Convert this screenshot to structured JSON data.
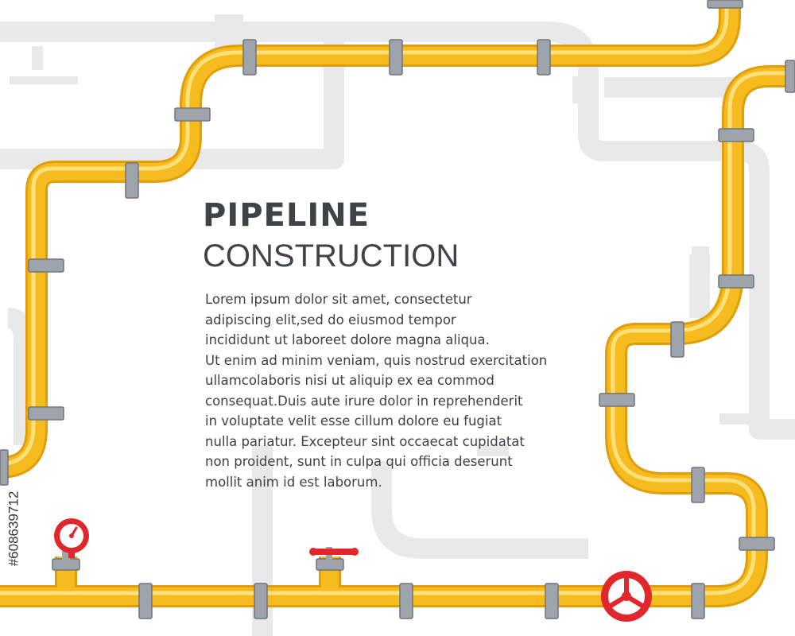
{
  "heading": {
    "title": "PIPELINE",
    "subtitle": "CONSTRUCTION"
  },
  "body_lines": [
    "Lorem ipsum dolor sit amet, consectetur",
    "adipiscing elit,sed do eiusmod tempor",
    "incididunt ut laboreet dolore magna aliqua.",
    "Ut enim ad minim veniam, quis nostrud exercitation",
    "ullamcolaboris nisi ut aliquip ex ea commod",
    "consequat.Duis aute irure dolor in reprehenderit",
    "in voluptate velit esse cillum dolore eu fugiat",
    "nulla pariatur. Excepteur sint occaecat cupidatat",
    "non proident, sunt in culpa qui officia deserunt",
    "mollit anim id est laborum."
  ],
  "stock_id": "#608639712",
  "colors": {
    "pipe_main": "#f6bb1e",
    "pipe_highlight": "#ffe07a",
    "pipe_shadow": "#e09e0c",
    "background_pipe": "#e9e9ea",
    "flange": "#9ea4ab",
    "flange_dark": "#6e747b",
    "valve_red": "#e1262c",
    "text": "#3f4348"
  },
  "icons": [
    "pressure-gauge-icon",
    "valve-handle-icon",
    "valve-wheel-icon"
  ]
}
